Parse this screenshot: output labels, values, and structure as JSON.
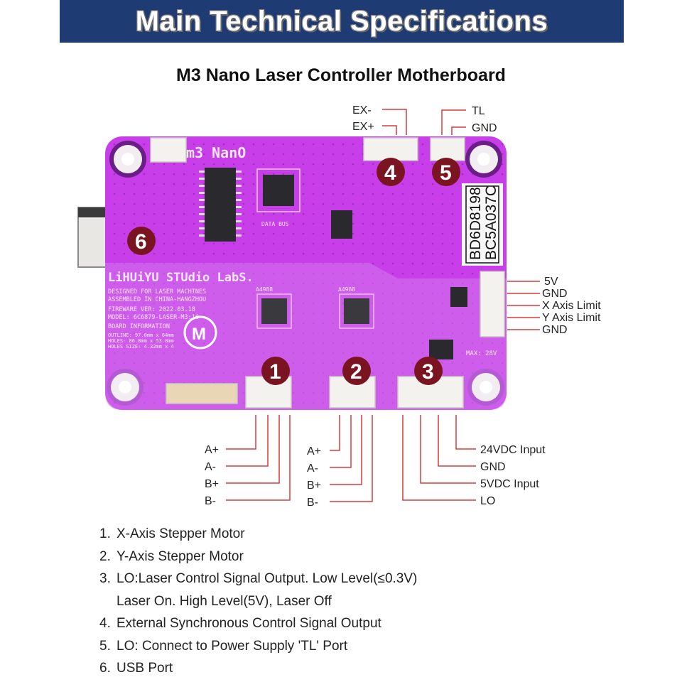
{
  "banner": {
    "title": "Main Technical Specifications"
  },
  "subtitle": "M3 Nano Laser Controller Motherboard",
  "colors": {
    "banner_bg": "#1f3b73",
    "pcb": "#c83ee8",
    "callout_line": "#d83a3a",
    "badge": "#7a1420"
  },
  "board": {
    "brand_silkscreen": "LiHUiYU STUdio LabS.",
    "logo_text": "m3 NanO",
    "info_lines": [
      "DESIGNED FOR LASER MACHINES",
      "ASSEMBLED IN CHINA-HANGZHOU",
      "FIREWARE VER: 2022.03.18",
      "MODEL: 6C6879-LASER-M3:10"
    ],
    "board_info_title": "BOARD INFORMATION",
    "board_info_lines": [
      "OUTLINE: 97.0mm x 64mm",
      "HOLES: 86.8mm x 53.8mm",
      "HOLES SIZE: 4.32mm x 4"
    ],
    "serial_label": [
      "BD6D8198",
      "BC5A037C"
    ],
    "max_voltage": "MAX: 28V",
    "data_bus": "DATA BUS",
    "chip_labels": [
      "A4988",
      "A4988"
    ]
  },
  "callouts": {
    "ex": [
      "EX-",
      "EX+"
    ],
    "tl": [
      "TL",
      "GND"
    ],
    "limit": [
      "5V",
      "GND",
      "X Axis Limit",
      "Y Axis Limit",
      "GND"
    ],
    "motor_x": [
      "A+",
      "A-",
      "B+",
      "B-"
    ],
    "motor_y": [
      "A+",
      "A-",
      "B+",
      "B-"
    ],
    "power": [
      "24VDC Input",
      "GND",
      "5VDC Input",
      "LO"
    ]
  },
  "badges": [
    "1",
    "2",
    "3",
    "4",
    "5",
    "6"
  ],
  "legend": [
    {
      "num": "1.",
      "text": "X-Axis Stepper Motor"
    },
    {
      "num": "2.",
      "text": "Y-Axis Stepper Motor"
    },
    {
      "num": "3.",
      "text": "LO:Laser Control Signal Output. Low Level(≤0.3V)",
      "cont": "Laser On. High Level(5V), Laser Off"
    },
    {
      "num": "4.",
      "text": "External Synchronous Control Signal Output"
    },
    {
      "num": "5.",
      "text": "LO: Connect to Power Supply 'TL' Port"
    },
    {
      "num": "6.",
      "text": "USB Port"
    }
  ]
}
